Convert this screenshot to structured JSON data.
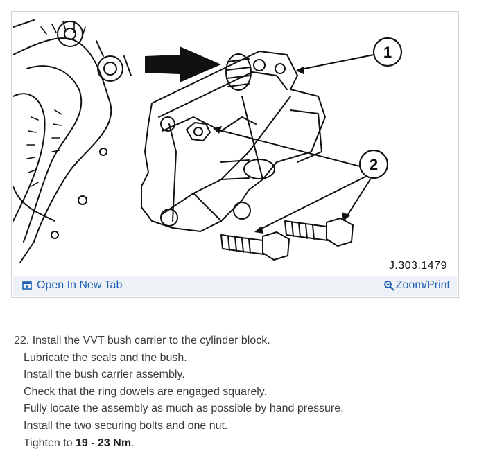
{
  "figure": {
    "id_label": "J.303.1479",
    "callouts": [
      "1",
      "2"
    ],
    "toolbar": {
      "open_tab_label": "Open In New Tab",
      "open_tab_icon": "open-new-tab-icon",
      "zoom_label": "Zoom/Print",
      "zoom_icon": "magnifier-icon",
      "link_color": "#1d5fb4"
    }
  },
  "procedure": {
    "step_title": "22. Install the VVT bush carrier to the cylinder block.",
    "substeps": [
      "Lubricate the seals and the bush.",
      "Install the bush carrier assembly.",
      "Check that the ring dowels are engaged squarely.",
      "Fully locate the assembly as much as possible by hand pressure.",
      "Install the two securing bolts and one nut."
    ],
    "torque_prefix": "Tighten to ",
    "torque_value": "19 - 23 Nm",
    "torque_suffix": "."
  }
}
